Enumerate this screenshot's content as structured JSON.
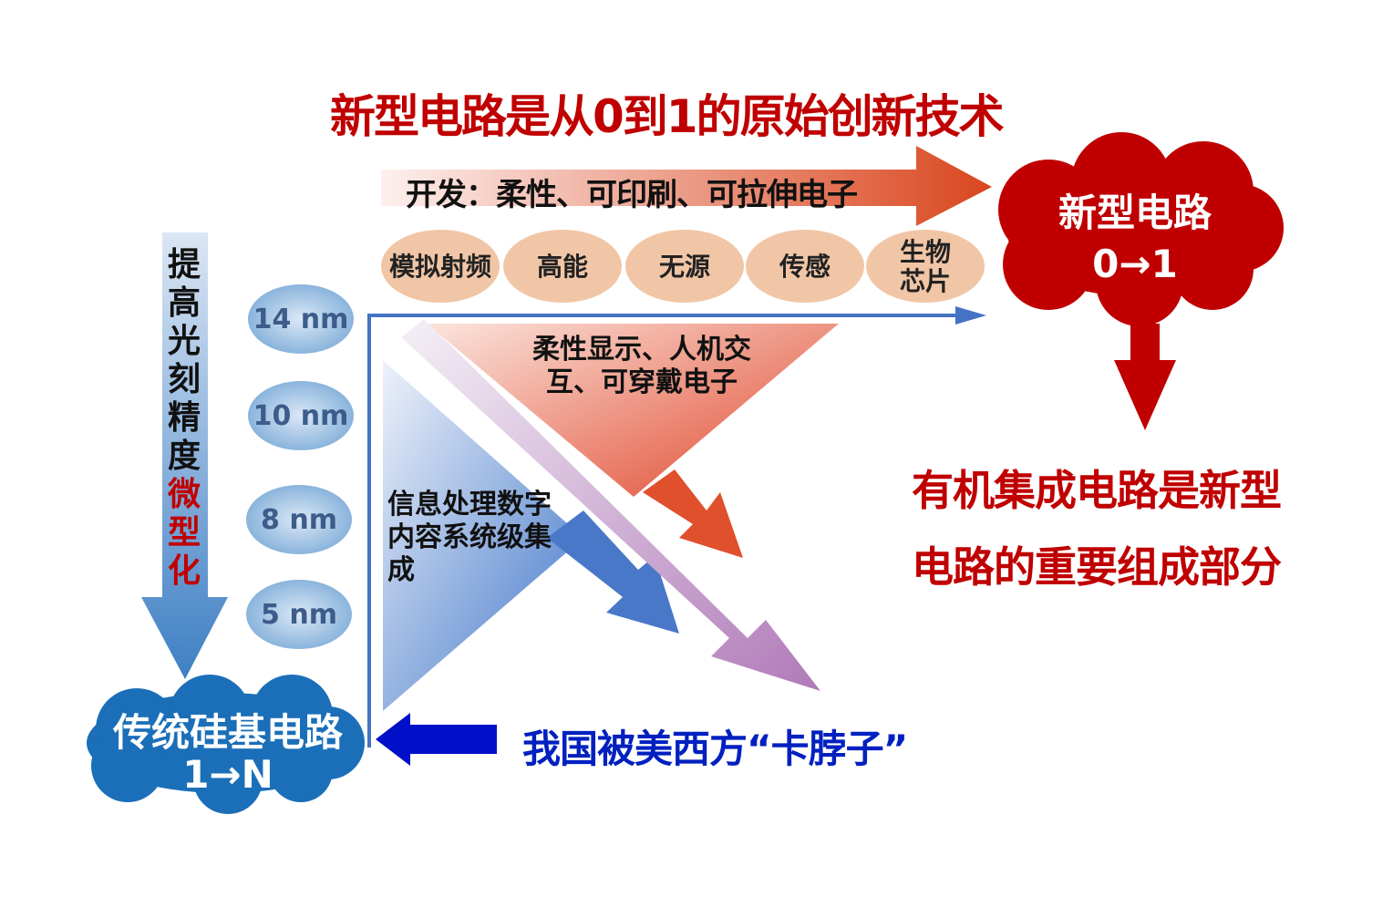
{
  "title": "新型电路是从0到1的原始创新技术",
  "dev_arrow": "开发：柔性、可印刷、可拉伸电子",
  "pills": [
    "模拟射频",
    "高能",
    "无源",
    "传感",
    "生物芯片"
  ],
  "new_cloud": {
    "line1": "新型电路",
    "line2": "0→1"
  },
  "old_cloud": {
    "line1": "传统硅基电路",
    "line2": "1→N"
  },
  "vertical_label": {
    "black": "提高光刻精度",
    "red": "微型化"
  },
  "nodes": [
    "14 nm",
    "10 nm",
    "8 nm",
    "5 nm"
  ],
  "flex_text": "柔性显示、人机交互、可穿戴电子",
  "info_text": "信息处理数字内容系统级集成",
  "choke": "我国被美西方“卡脖子”",
  "right_text": {
    "line1": "有机集成电路是新型",
    "line2": "电路的重要组成部分"
  }
}
